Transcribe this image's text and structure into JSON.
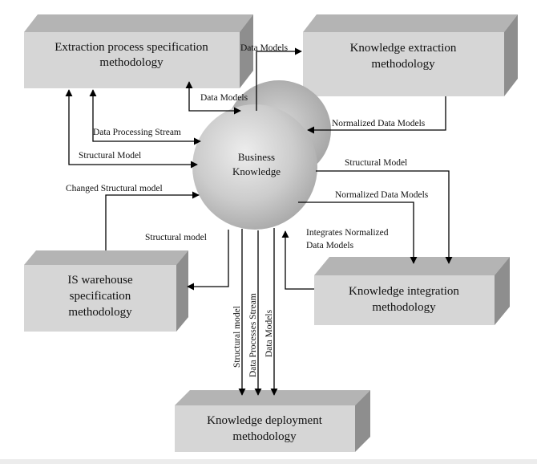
{
  "diagram": {
    "boxes": {
      "extraction_spec": {
        "line1": "Extraction process specification",
        "line2": "methodology"
      },
      "knowledge_extraction": {
        "line1": "Knowledge extraction",
        "line2": "methodology"
      },
      "is_warehouse": {
        "line1": "IS warehouse",
        "line2": "specification",
        "line3": "methodology"
      },
      "knowledge_integration": {
        "line1": "Knowledge integration",
        "line2": "methodology"
      },
      "knowledge_deployment": {
        "line1": "Knowledge deployment",
        "line2": "methodology"
      }
    },
    "center": {
      "line1": "Business",
      "line2": "Knowledge"
    },
    "labels": {
      "data_models_top": "Data Models",
      "data_models_left": "Data Models",
      "normalized_data_models_top": "Normalized Data Models",
      "data_processing_stream": "Data Processing Stream",
      "structural_model_left": "Structural  Model",
      "structural_model_right": "Structural  Model",
      "changed_structural_model": "Changed Structural model",
      "normalized_data_models_right": "Normalized Data Models",
      "integrates_line1": "Integrates Normalized",
      "integrates_line2": "Data Models",
      "structural_model_warehouse": "Structural  model",
      "vertical_structural_model": "Structural model",
      "vertical_data_processes_stream": "Data Processes Stream",
      "vertical_data_models": "Data Models"
    }
  },
  "colors": {
    "box_front": "#d6d6d6",
    "box_side": "#8e8e8e",
    "box_top": "#b2b2b2",
    "center_fill": "#cfcfcf",
    "shadow_fill": "#bfbfbf",
    "line": "#000000"
  }
}
